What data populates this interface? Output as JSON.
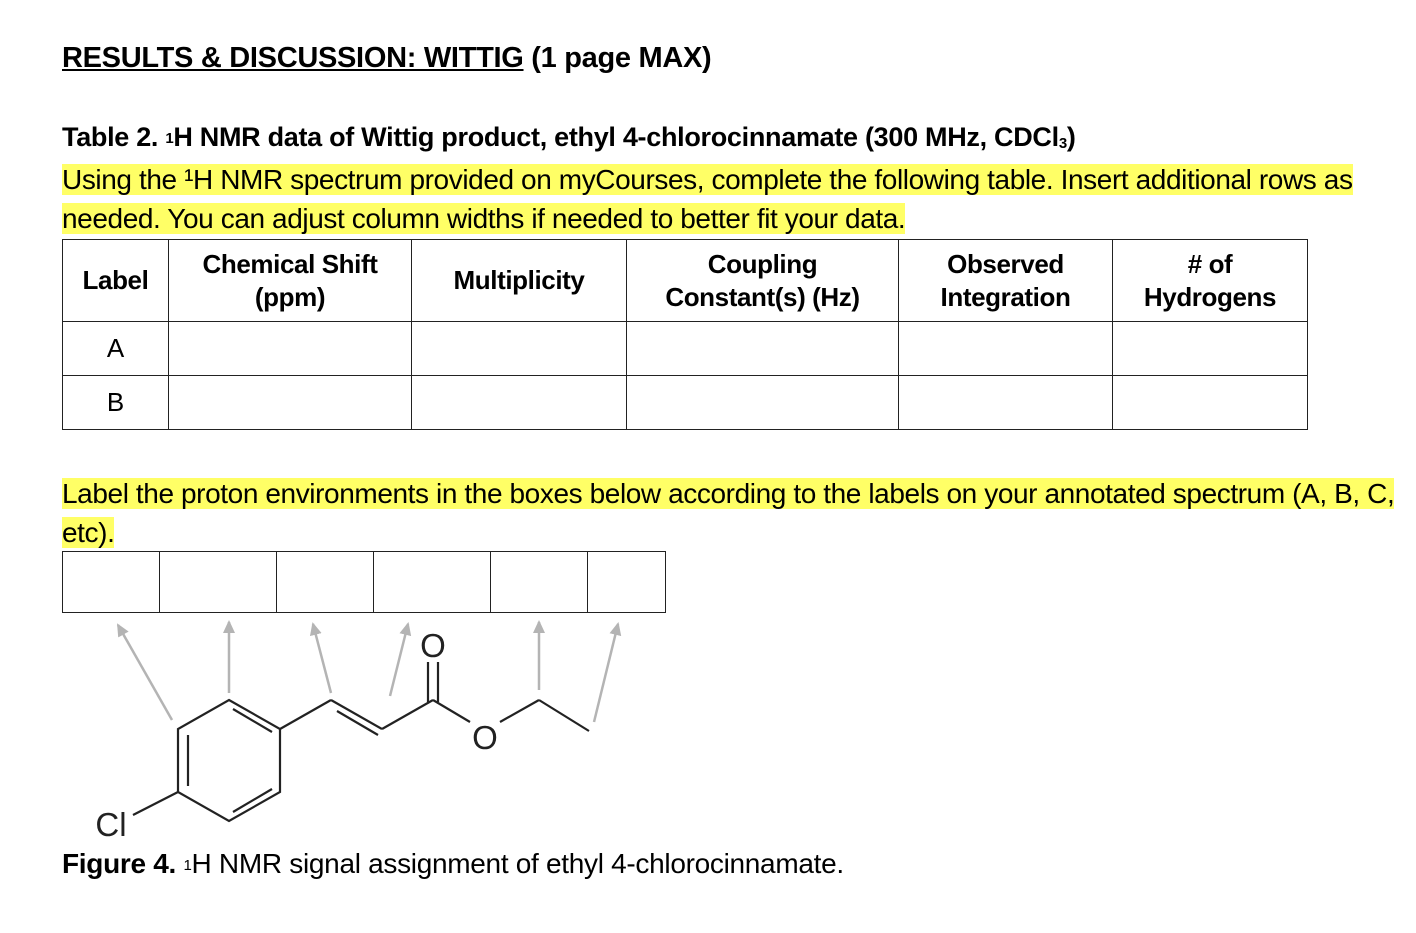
{
  "heading": {
    "underlined": "RESULTS & DISCUSSION: WITTIG",
    "rest": " (1 page MAX)"
  },
  "table_caption": {
    "prefix": "Table 2. ",
    "sup": "1",
    "text": "H NMR data of Wittig product, ethyl 4-chlorocinnamate (300 MHz, CDCl",
    "sub": "3",
    "close": ")"
  },
  "instruction1": "Using the ¹H NMR spectrum provided on myCourses, complete the following table. Insert additional rows as needed. You can adjust column widths if needed to better fit your data.",
  "table": {
    "headers": [
      "Label",
      "Chemical Shift (ppm)",
      "Multiplicity",
      "Coupling Constant(s) (Hz)",
      "Observed Integration",
      "# of Hydrogens"
    ],
    "rows": [
      [
        "A",
        "",
        "",
        "",
        "",
        ""
      ],
      [
        "B",
        "",
        "",
        "",
        "",
        ""
      ]
    ]
  },
  "instruction2": "Label the proton environments in the boxes below according to the labels on your annotated spectrum (A, B, C, etc).",
  "label_boxes": [
    "",
    "",
    "",
    "",
    "",
    ""
  ],
  "molecule": {
    "atom_labels": {
      "cl": "Cl",
      "o_carbonyl": "O",
      "o_ester": "O"
    }
  },
  "figure_caption": {
    "prefix": "Figure 4. ",
    "sup": "1",
    "text": "H NMR signal assignment of ethyl 4-chlorocinnamate."
  },
  "colors": {
    "highlight": "#ffff66",
    "arrow": "#b4b4b4",
    "line": "#222222"
  }
}
